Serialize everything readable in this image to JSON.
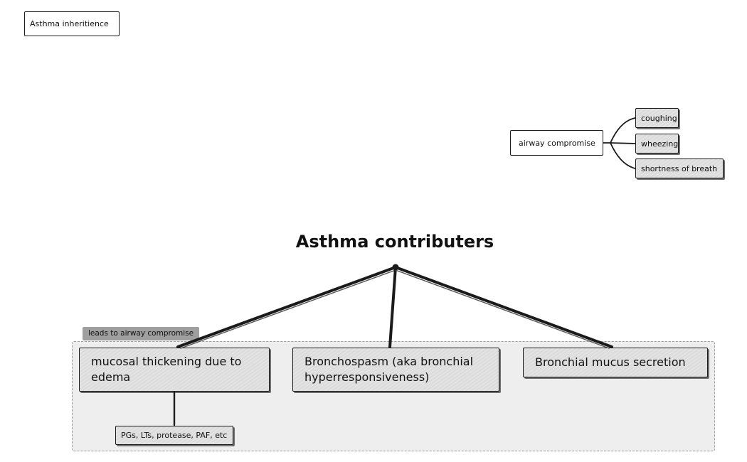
{
  "header_node": {
    "label": "Asthma inheritience"
  },
  "airway": {
    "root": "airway compromise",
    "children": [
      "coughing",
      "wheezing",
      "shortness of breath"
    ]
  },
  "contributors": {
    "title": "Asthma contributers",
    "group_label": "leads to airway compromise",
    "items": [
      {
        "label": "mucosal thickening due to edema",
        "sub": "PGs, LTs, protease, PAF, etc"
      },
      {
        "label": "Bronchospasm (aka bronchial hyperresponsiveness)"
      },
      {
        "label": "Bronchial mucus secretion"
      }
    ]
  }
}
